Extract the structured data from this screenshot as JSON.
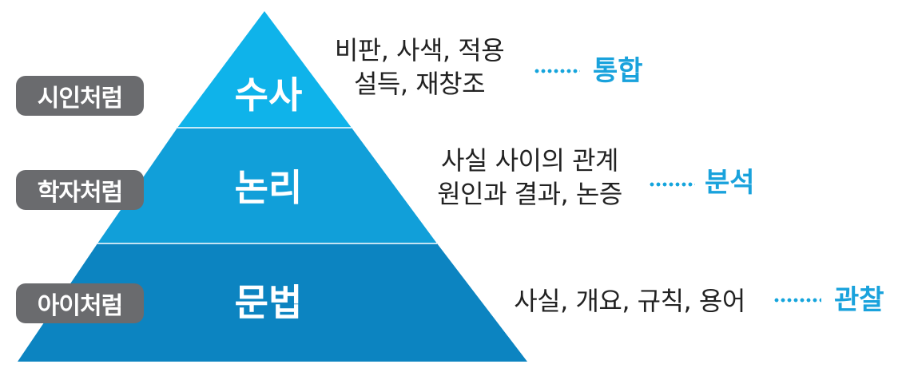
{
  "colors": {
    "top_tier": "#0fb3ea",
    "middle_tier": "#119fd9",
    "bottom_tier": "#0c84c1",
    "label_pill": "#6a6b6e",
    "outcome_text": "#19a2dc",
    "dot_leader": "#15a4dc"
  },
  "tiers": [
    {
      "label": "시인처럼",
      "title": "수사",
      "desc_line1": "비판, 사색, 적용",
      "desc_line2": "설득, 재창조",
      "outcome": "통합"
    },
    {
      "label": "학자처럼",
      "title": "논리",
      "desc_line1": "사실 사이의 관계",
      "desc_line2": "원인과 결과, 논증",
      "outcome": "분석"
    },
    {
      "label": "아이처럼",
      "title": "문법",
      "desc_line1": "사실, 개요, 규칙, 용어",
      "outcome": "관찰"
    }
  ]
}
